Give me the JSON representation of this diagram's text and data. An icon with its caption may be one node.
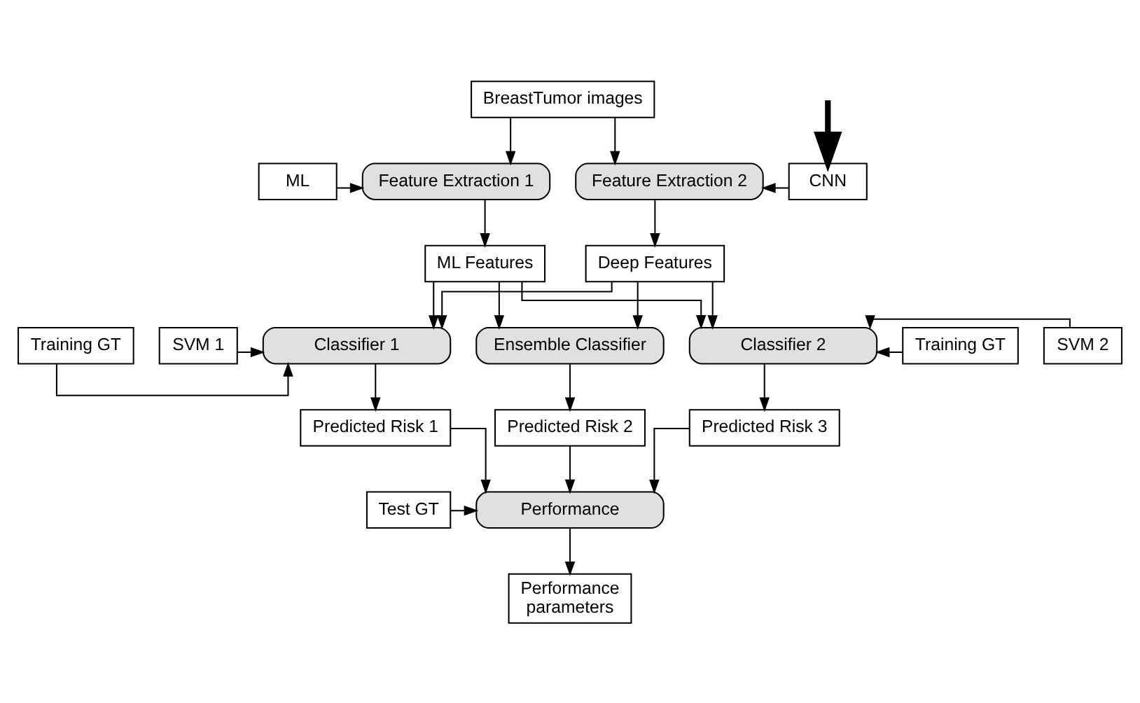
{
  "diagram": {
    "nodes": [
      {
        "text": [
          "BreastTumor images"
        ]
      },
      {
        "text": [
          "ML"
        ]
      },
      {
        "text": [
          "Feature Extraction 1"
        ]
      },
      {
        "text": [
          "Feature Extraction 2"
        ]
      },
      {
        "text": [
          "CNN"
        ]
      },
      {
        "text": [
          "ML Features"
        ]
      },
      {
        "text": [
          "Deep Features"
        ]
      },
      {
        "text": [
          "SVM 1"
        ]
      },
      {
        "text": [
          "Training GT"
        ]
      },
      {
        "text": [
          "Classifier 1"
        ]
      },
      {
        "text": [
          "Ensemble Classifier"
        ]
      },
      {
        "text": [
          "Classifier 2"
        ]
      },
      {
        "text": [
          "SVM 2"
        ]
      },
      {
        "text": [
          "Training GT"
        ]
      },
      {
        "text": [
          "Predicted Risk 1"
        ]
      },
      {
        "text": [
          "Predicted Risk 2"
        ]
      },
      {
        "text": [
          "Predicted Risk 3"
        ]
      },
      {
        "text": [
          "Test GT"
        ]
      },
      {
        "text": [
          "Performance"
        ]
      },
      {
        "text": [
          "Performance parameters"
        ]
      }
    ],
    "edges": [
      {
        "from": 0,
        "to": 2,
        "arrow": "to"
      },
      {
        "from": 0,
        "to": 3,
        "arrow": "to"
      },
      {
        "from": 1,
        "to": 2,
        "arrow": "to"
      },
      {
        "from": 4,
        "to": 3,
        "arrow": "to"
      },
      {
        "from": null,
        "to": 4,
        "arrow": "to",
        "style": "thick"
      },
      {
        "from": 2,
        "to": 5,
        "arrow": "to"
      },
      {
        "from": 3,
        "to": 6,
        "arrow": "to"
      },
      {
        "from": 5,
        "to": 9,
        "arrow": "to"
      },
      {
        "from": 5,
        "to": 10,
        "arrow": "to"
      },
      {
        "from": 5,
        "to": 11,
        "arrow": "to"
      },
      {
        "from": 6,
        "to": 9,
        "arrow": "to"
      },
      {
        "from": 6,
        "to": 10,
        "arrow": "to"
      },
      {
        "from": 6,
        "to": 11,
        "arrow": "to"
      },
      {
        "from": 7,
        "to": 9,
        "arrow": "to"
      },
      {
        "from": 8,
        "to": 9,
        "arrow": "to"
      },
      {
        "from": 12,
        "to": 11,
        "arrow": "to"
      },
      {
        "from": 13,
        "to": 11,
        "arrow": "to"
      },
      {
        "from": 9,
        "to": 14,
        "arrow": "to"
      },
      {
        "from": 10,
        "to": 15,
        "arrow": "to"
      },
      {
        "from": 11,
        "to": 16,
        "arrow": "to"
      },
      {
        "from": 14,
        "to": 18,
        "arrow": "to"
      },
      {
        "from": 15,
        "to": 18,
        "arrow": "to"
      },
      {
        "from": 16,
        "to": 18,
        "arrow": "to"
      },
      {
        "from": 17,
        "to": 18,
        "arrow": "to"
      },
      {
        "from": 18,
        "to": 19,
        "arrow": "to"
      }
    ]
  }
}
